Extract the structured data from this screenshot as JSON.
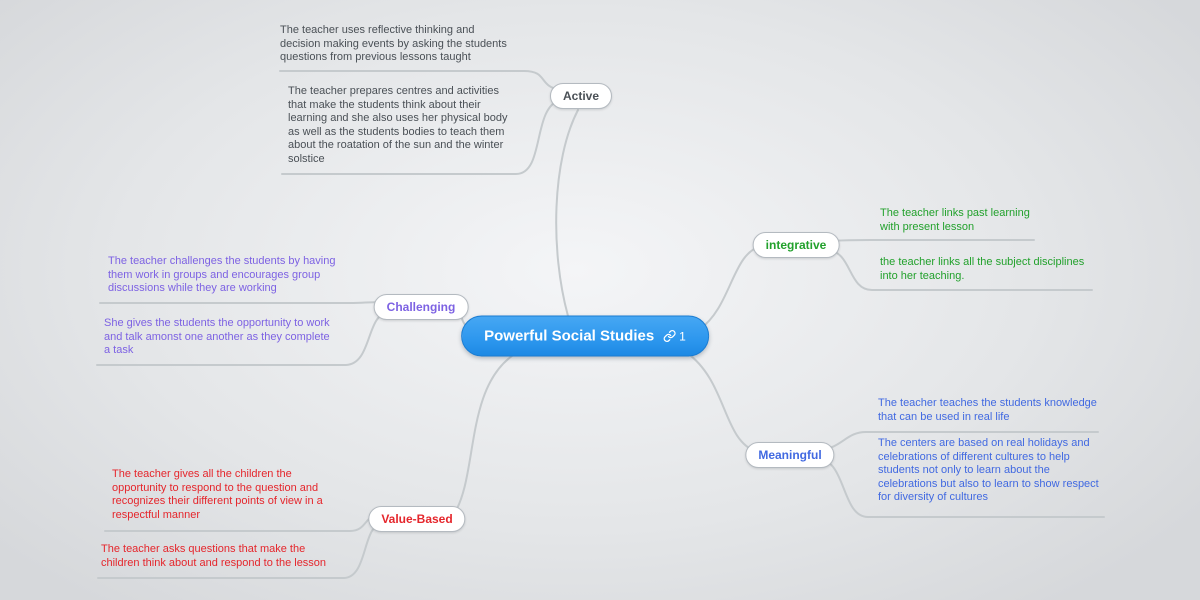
{
  "theme": {
    "bg_center": "#f4f5f7",
    "bg_mid": "#e4e6e8",
    "bg_edge": "#d6d8db",
    "connector": "#c5cacd",
    "root_fill": "#2d97ee",
    "c_active": "#4a5056",
    "c_integrative": "#22a12c",
    "c_challenging": "#7d62e3",
    "c_meaningful": "#4169e1",
    "c_value": "#e5262c"
  },
  "root": {
    "label": "Powerful Social Studies",
    "link_count": "1"
  },
  "branches": [
    {
      "id": "active",
      "label": "Active",
      "notes": [
        "The teacher uses reflective thinking and\ndecision making events by asking the students\nquestions from previous lessons taught",
        "The teacher prepares centres and activities\nthat make the students think about their\nlearning and she also uses her physical body\nas well as the students bodies to teach them\nabout the roatation of the sun and the winter\nsolstice"
      ]
    },
    {
      "id": "integrative",
      "label": "integrative",
      "notes": [
        "The teacher links past learning\nwith present lesson",
        "the teacher links all the subject disciplines\ninto her teaching."
      ]
    },
    {
      "id": "challenging",
      "label": "Challenging",
      "notes": [
        "The teacher challenges the students by having\nthem work in groups and encourages group\ndiscussions while they are working",
        "She gives the students the opportunity to work\nand talk amonst one another as they complete\na task"
      ]
    },
    {
      "id": "meaningful",
      "label": "Meaningful",
      "notes": [
        "The teacher teaches the students knowledge\nthat can be used in real life",
        "The centers are based on real holidays and\ncelebrations of different cultures to help\nstudents not only to learn about the\ncelebrations but also to learn to show respect\nfor diversity of cultures"
      ]
    },
    {
      "id": "value_based",
      "label": "Value-Based",
      "notes": [
        "The teacher gives all the children the\nopportunity to respond to the question and\nrecognizes their different points of view in a\nrespectful manner",
        "The teacher asks questions that make the\nchildren think about and respond to the lesson"
      ]
    }
  ]
}
